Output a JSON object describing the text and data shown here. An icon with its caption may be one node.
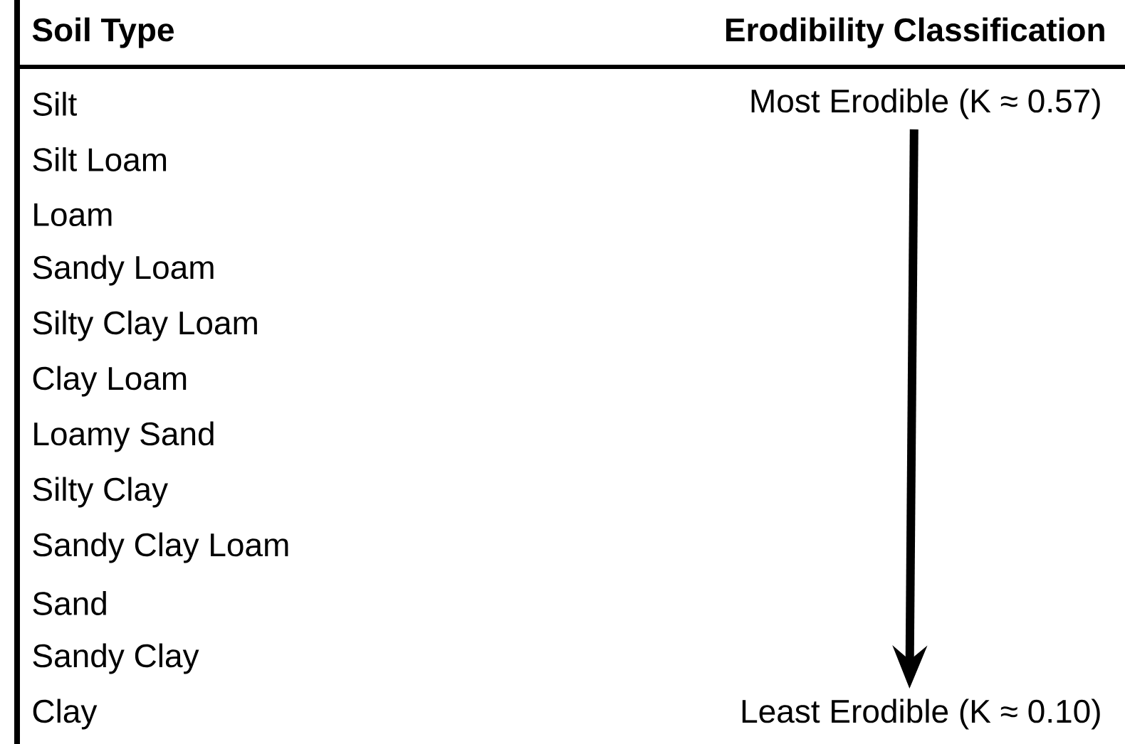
{
  "diagram": {
    "nodes": [
      {
        "text": [
          "Most Erodible (K ≈ 0.57)"
        ]
      },
      {
        "text": [
          "Least Erodible (K ≈ 0.10)"
        ]
      }
    ],
    "edges": [
      {
        "from": 0,
        "to": 1,
        "arrow": "to"
      }
    ],
    "labels": [
      "Soil Type",
      "Erodibility Classification",
      "Silt",
      "Silt Loam",
      "Loam",
      "Sandy Loam",
      "Silty Clay Loam",
      "Clay Loam",
      "Loamy Sand",
      "Silty Clay",
      "Sandy Clay Loam",
      "Sand",
      "Sandy Clay",
      "Clay"
    ]
  }
}
